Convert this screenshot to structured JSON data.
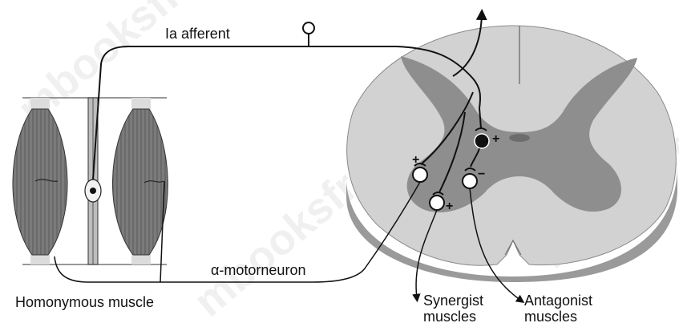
{
  "labels": {
    "ia_afferent": "Ia afferent",
    "alpha_motorneuron": "α-motorneuron",
    "homonymous_muscle": "Homonymous muscle",
    "synergist_muscles": [
      "Synergist",
      "muscles"
    ],
    "antagonist_muscles": [
      "Antagonist",
      "muscles"
    ]
  },
  "synapse_signs": {
    "interneuron": "+",
    "motoneuron_upper": "+",
    "synergist": "+",
    "antagonist": "−"
  },
  "watermark": "mbooksfree.com",
  "colors": {
    "white_matter": "#d2d2d2",
    "gray_matter": "#8e8e8e",
    "cord_side": "#9a9a9a",
    "muscle_fill": "#7b7b7b",
    "line": "#111111"
  }
}
